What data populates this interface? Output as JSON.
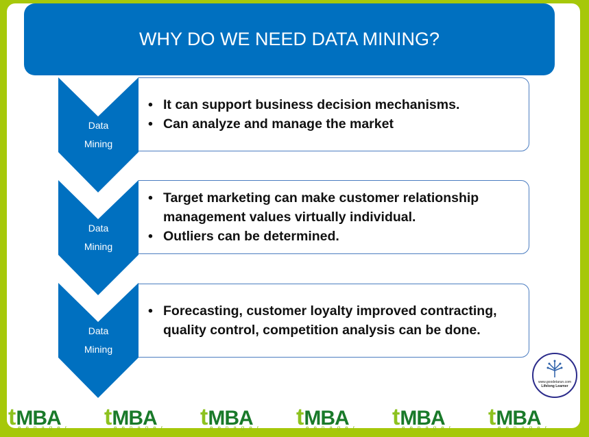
{
  "title": "WHY DO WE NEED DATA MINING?",
  "steps": [
    {
      "label_line1": "Data",
      "label_line2": "Mining",
      "bullets": [
        "It can support business decision mechanisms.",
        "Can analyze and manage the market"
      ]
    },
    {
      "label_line1": "Data",
      "label_line2": "Mining",
      "bullets": [
        "Target marketing can make customer relationship management values virtually individual.",
        "Outliers can be determined."
      ]
    },
    {
      "label_line1": "Data",
      "label_line2": "Mining",
      "bullets": [
        "Forecasting, customer loyalty improved contracting, quality control, competition analysis can be done."
      ]
    }
  ],
  "logo": {
    "url_text": "www.goodetarun.com",
    "tagline": "Lifelong Learner"
  },
  "footer": {
    "brand_t": "t",
    "brand_mba": "MBA",
    "brand_sub": "eenager"
  },
  "colors": {
    "accent": "#0070c0",
    "frame": "#a6c80a"
  }
}
